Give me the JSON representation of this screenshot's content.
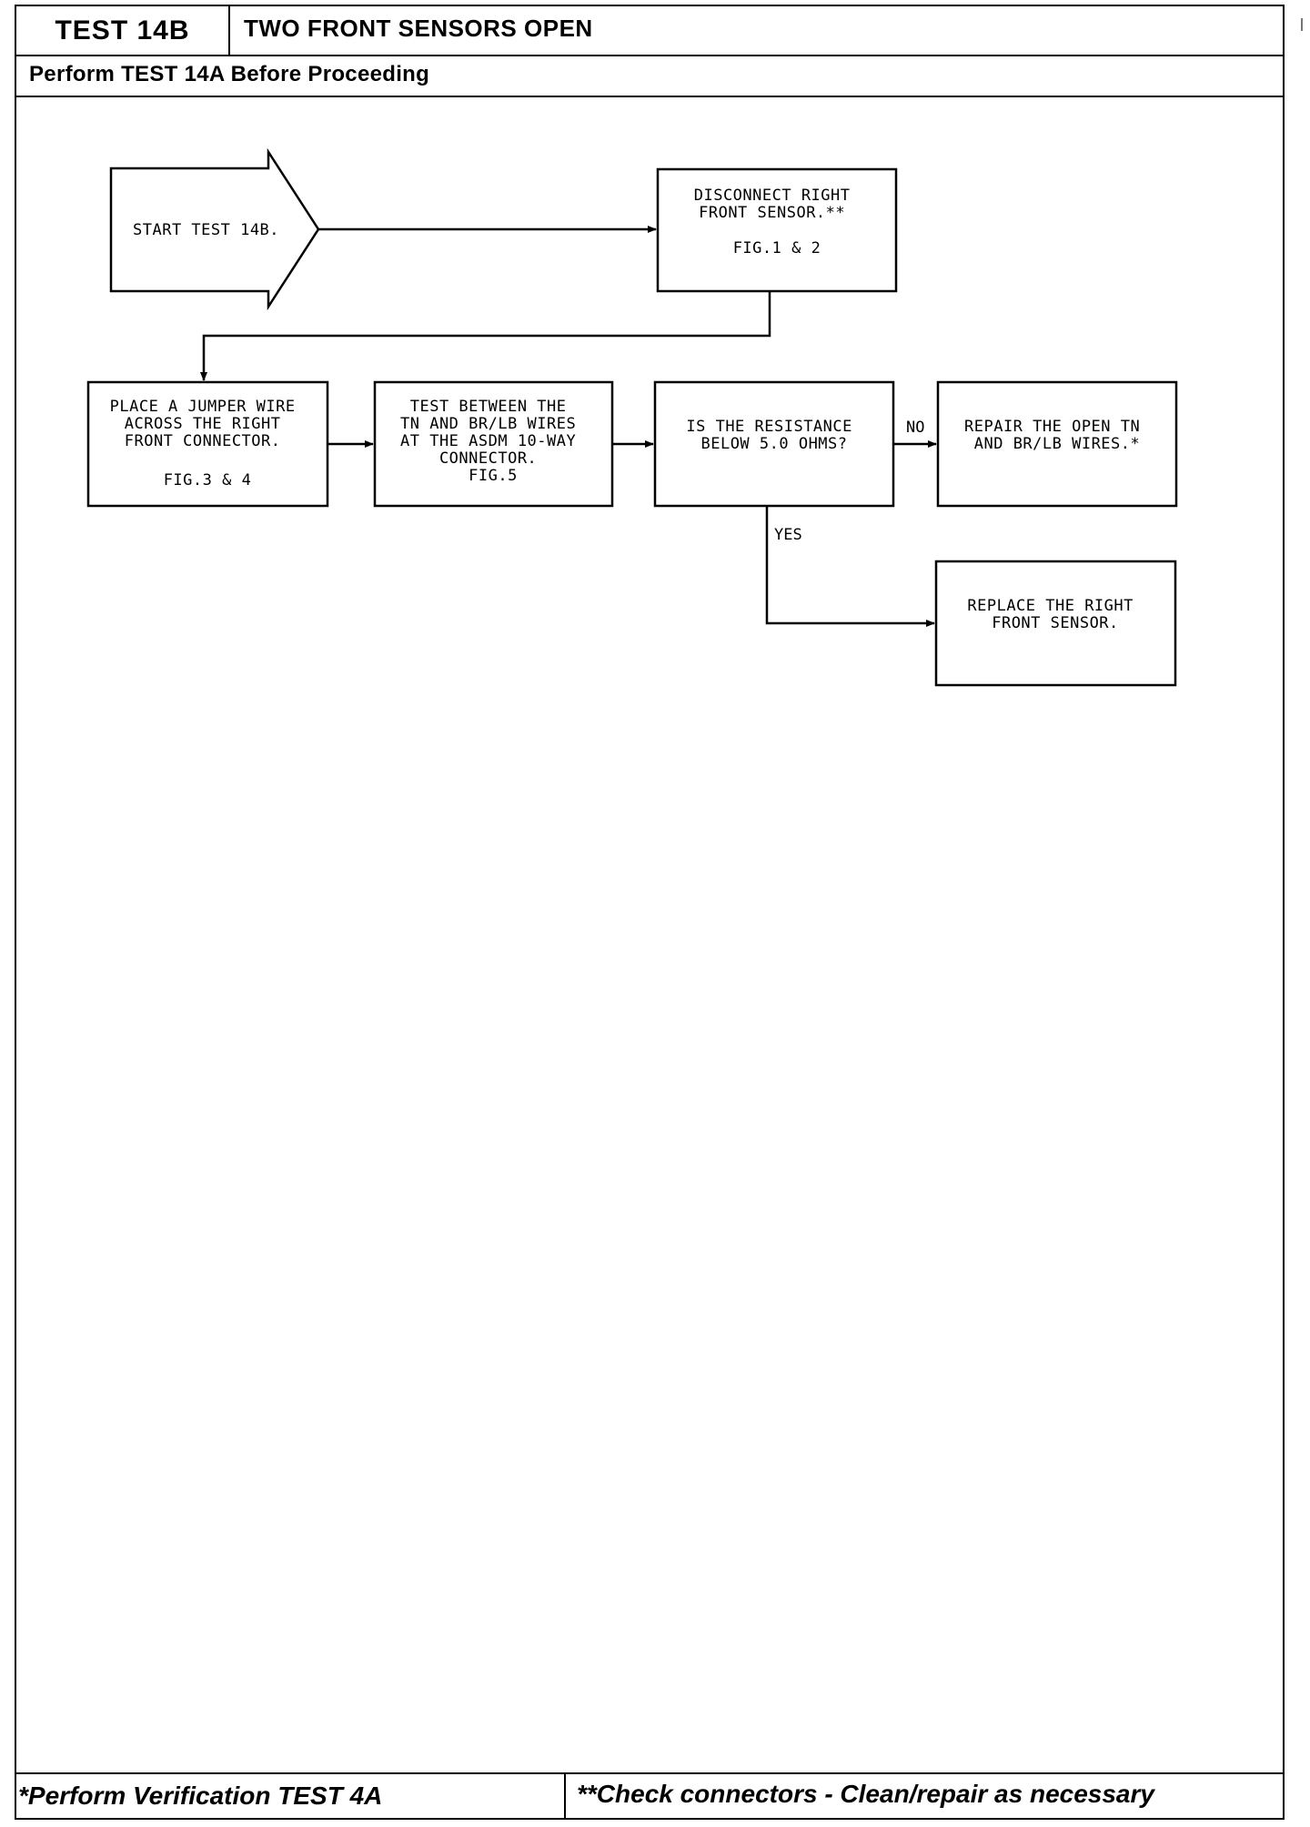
{
  "header": {
    "test_id": "TEST 14B",
    "title": "TWO FRONT SENSORS OPEN",
    "prerequisite": "Perform TEST 14A Before Proceeding"
  },
  "flowchart": {
    "start": "START TEST 14B.",
    "disconnect": [
      "DISCONNECT RIGHT",
      "FRONT SENSOR.**",
      "",
      "FIG.1 & 2"
    ],
    "jumper": [
      "PLACE A JUMPER WIRE",
      "ACROSS THE RIGHT",
      "FRONT CONNECTOR.",
      "",
      "FIG.3 & 4"
    ],
    "test_between": [
      "TEST BETWEEN THE",
      "TN AND BR/LB WIRES",
      "AT THE ASDM 10-WAY",
      "CONNECTOR.",
      "FIG.5"
    ],
    "question": [
      "IS THE RESISTANCE",
      "BELOW 5.0 OHMS?"
    ],
    "repair": [
      "REPAIR THE OPEN TN",
      "AND BR/LB WIRES.*"
    ],
    "replace": [
      "REPLACE THE RIGHT",
      "FRONT SENSOR."
    ],
    "no_label": "NO",
    "yes_label": "YES"
  },
  "footer": {
    "left": "*Perform Verification  TEST 4A",
    "right": "**Check connectors - Clean/repair as necessary"
  }
}
